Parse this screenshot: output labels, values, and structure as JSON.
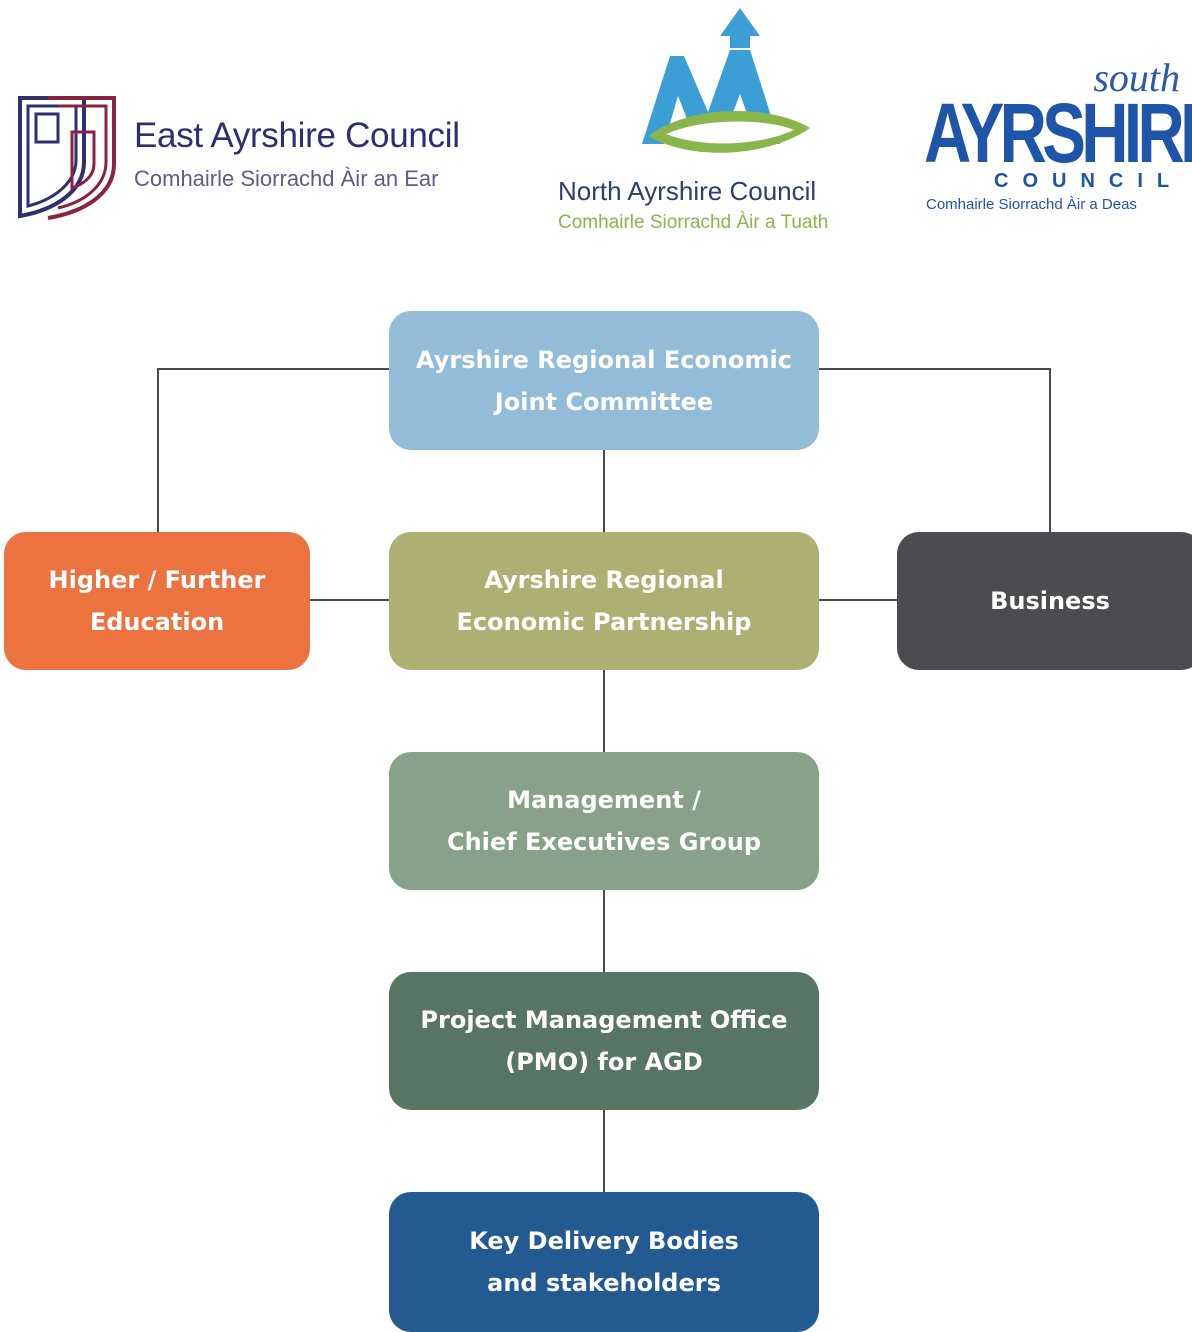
{
  "logos": {
    "east": {
      "title": "East Ayrshire Council",
      "subtitle": "Comhairle Siorrachd Àir an Ear",
      "color": "#2d2f6e",
      "accent": "#8b2340"
    },
    "north": {
      "title": "North Ayrshire Council",
      "subtitle": "Comhairle Siorrachd Àir a Tuath",
      "blue": "#3b9fd6",
      "green": "#8ab54a"
    },
    "south": {
      "small": "south",
      "big": "AYRSHIRE",
      "council": "COUNCIL",
      "subtitle": "Comhairle Siorrachd Àir a Deas",
      "color": "#1f55a8"
    }
  },
  "org_chart": {
    "line_color": "#4a4a4a",
    "nodes": {
      "joint_committee": {
        "label": "Ayrshire Regional Economic\nJoint Committee",
        "color": "#93bcd9"
      },
      "partnership": {
        "label": "Ayrshire Regional\nEconomic Partnership",
        "color": "#aeb073"
      },
      "higher_education": {
        "label": "Higher / Further\nEducation",
        "color": "#ec7240"
      },
      "business": {
        "label": "Business",
        "color": "#4a4c50"
      },
      "management": {
        "label": "Management /\nChief Executives Group",
        "color": "#88a28a"
      },
      "pmo": {
        "label": "Project Management Office\n(PMO) for AGD",
        "color": "#577565"
      },
      "key_delivery": {
        "label": "Key Delivery Bodies\nand stakeholders",
        "color": "#245a92"
      }
    }
  }
}
